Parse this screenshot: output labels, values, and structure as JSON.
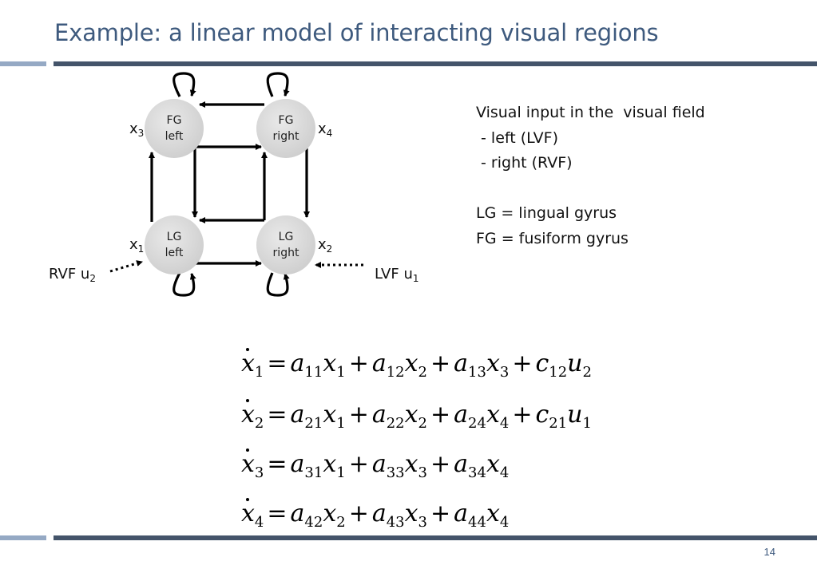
{
  "slide": {
    "title": "Example: a linear model of interacting visual regions",
    "page_number": "14"
  },
  "diagram": {
    "nodes": {
      "fg_left": {
        "line1": "FG",
        "line2": "left"
      },
      "fg_right": {
        "line1": "FG",
        "line2": "right"
      },
      "lg_left": {
        "line1": "LG",
        "line2": "left"
      },
      "lg_right": {
        "line1": "LG",
        "line2": "right"
      }
    },
    "labels": {
      "x3": {
        "base": "x",
        "sub": "3"
      },
      "x4": {
        "base": "x",
        "sub": "4"
      },
      "x1": {
        "base": "x",
        "sub": "1"
      },
      "x2": {
        "base": "x",
        "sub": "2"
      },
      "rvf": {
        "base": "RVF u",
        "sub": "2"
      },
      "lvf": {
        "base": "LVF u",
        "sub": "1"
      }
    }
  },
  "info": {
    "lines": [
      "Visual input in the  visual field",
      " - left (LVF)",
      " - right (RVF)",
      "",
      "LG = lingual gyrus",
      "FG = fusiform gyrus"
    ]
  },
  "equations": [
    {
      "lhs": "x",
      "lhs_sub": "1",
      "terms": [
        [
          "a",
          "11",
          "x",
          "1"
        ],
        [
          "a",
          "12",
          "x",
          "2"
        ],
        [
          "a",
          "13",
          "x",
          "3"
        ],
        [
          "c",
          "12",
          "u",
          "2"
        ]
      ]
    },
    {
      "lhs": "x",
      "lhs_sub": "2",
      "terms": [
        [
          "a",
          "21",
          "x",
          "1"
        ],
        [
          "a",
          "22",
          "x",
          "2"
        ],
        [
          "a",
          "24",
          "x",
          "4"
        ],
        [
          "c",
          "21",
          "u",
          "1"
        ]
      ]
    },
    {
      "lhs": "x",
      "lhs_sub": "3",
      "terms": [
        [
          "a",
          "31",
          "x",
          "1"
        ],
        [
          "a",
          "33",
          "x",
          "3"
        ],
        [
          "a",
          "34",
          "x",
          "4"
        ]
      ]
    },
    {
      "lhs": "x",
      "lhs_sub": "4",
      "terms": [
        [
          "a",
          "42",
          "x",
          "2"
        ],
        [
          "a",
          "43",
          "x",
          "3"
        ],
        [
          "a",
          "44",
          "x",
          "4"
        ]
      ]
    }
  ],
  "colors": {
    "title": "#3e5a7e",
    "rule_dark": "#44546a",
    "rule_light": "#95a9c4",
    "node_fill": "#d6d6d6"
  }
}
